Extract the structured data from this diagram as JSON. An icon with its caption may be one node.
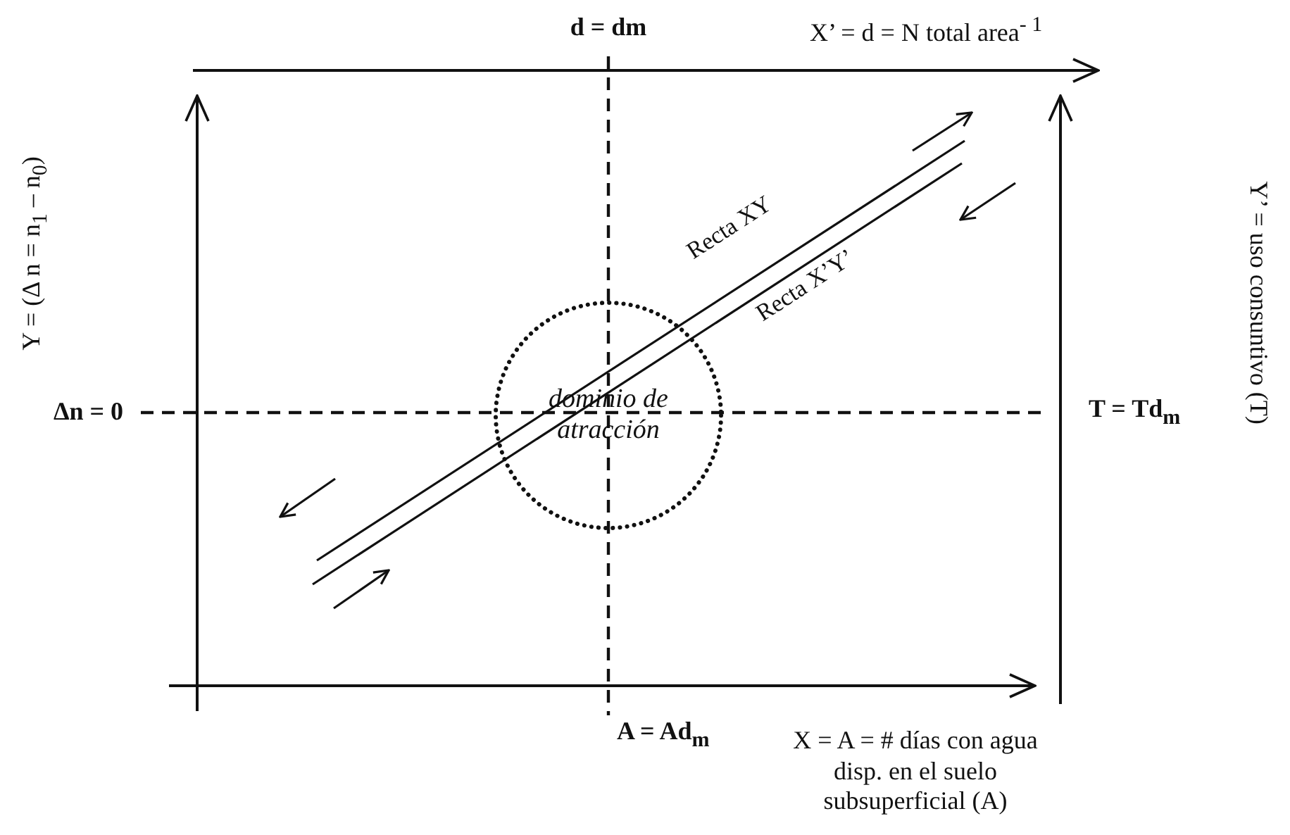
{
  "diagram": {
    "nodes": [
      {
        "text": [
          "dominio de atracción"
        ]
      }
    ],
    "labels": [
      "d = dm",
      "X’  = d = N total area$^{- 1}$",
      "Y = (Δ n = n$_{1}$ – n$_{0}$)",
      "Δn  = 0",
      "T  = Td$_{m}$",
      "Y’ = uso consuntivo (T)",
      "Recta XY",
      "Recta X’Y’",
      "A = Ad$_{m}$",
      "X = A = #  días con agua disp. en el suelo subsuperficial (A)"
    ]
  }
}
